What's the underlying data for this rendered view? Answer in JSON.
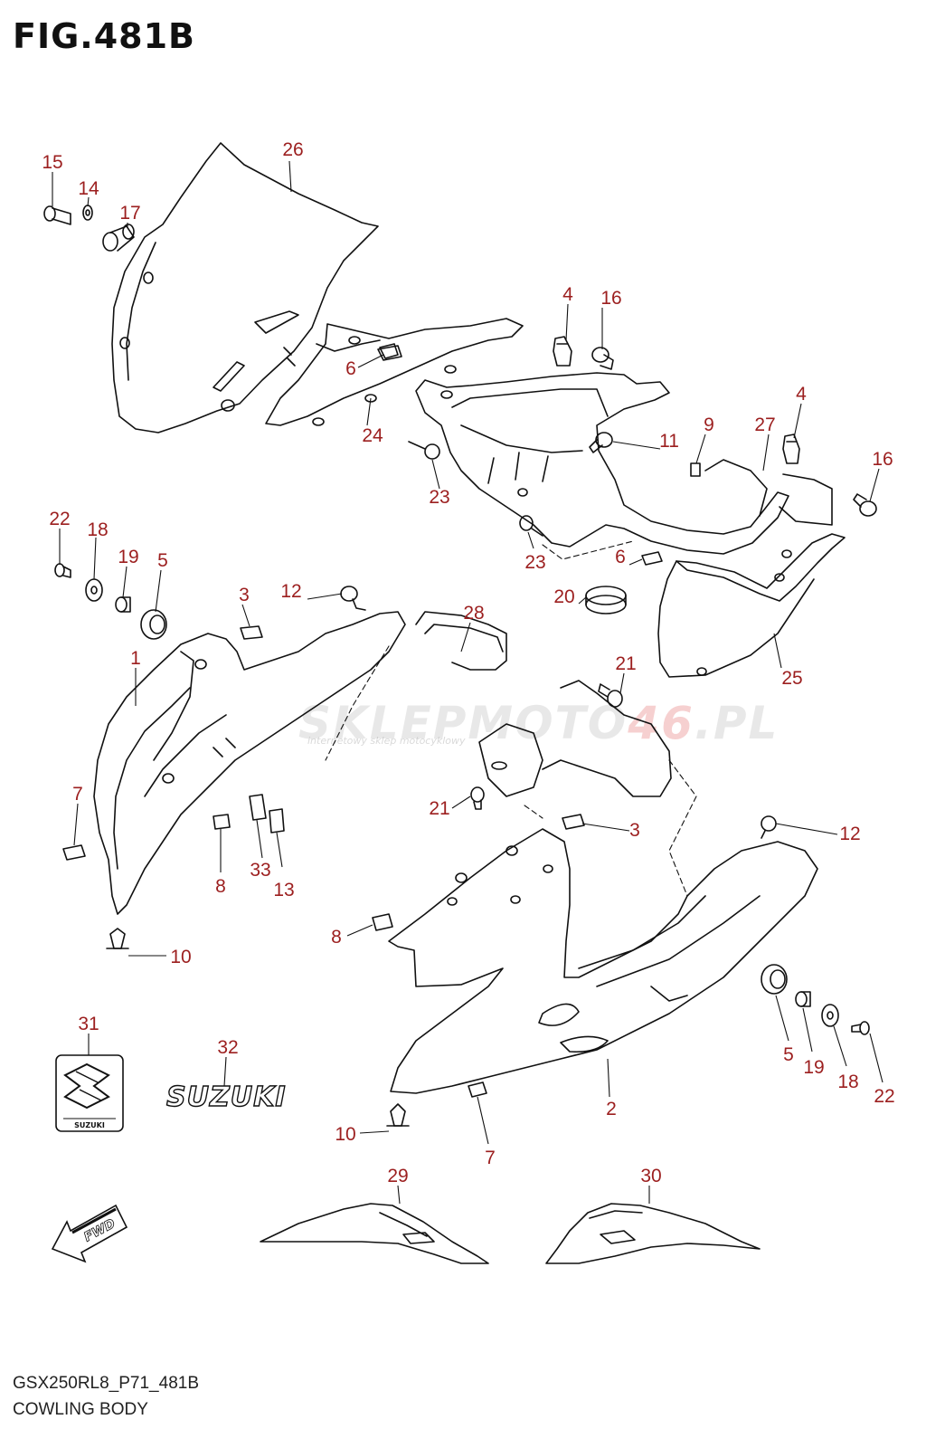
{
  "figure": {
    "title": "FIG.481B"
  },
  "footer": {
    "model_code": "GSX250RL8_P71_481B",
    "section_name": "COWLING BODY"
  },
  "watermark": {
    "prefix": "SKLEPMOTO",
    "accent": "46",
    "suffix": ".PL",
    "subtitle": "internetowy sklep motocyklowy"
  },
  "emblems": {
    "badge_text": "SUZUKI",
    "logo_text": "SUZUKI",
    "fwd_text": "FWD"
  },
  "colors": {
    "line": "#111111",
    "callout": "#9c1f1f",
    "background": "#ffffff"
  },
  "callouts": [
    {
      "id": "c15",
      "label": "15"
    },
    {
      "id": "c14",
      "label": "14"
    },
    {
      "id": "c17",
      "label": "17"
    },
    {
      "id": "c26",
      "label": "26"
    },
    {
      "id": "c4a",
      "label": "4"
    },
    {
      "id": "c16a",
      "label": "16"
    },
    {
      "id": "c6a",
      "label": "6"
    },
    {
      "id": "c24",
      "label": "24"
    },
    {
      "id": "c9",
      "label": "9"
    },
    {
      "id": "c27",
      "label": "27"
    },
    {
      "id": "c4b",
      "label": "4"
    },
    {
      "id": "c11",
      "label": "11"
    },
    {
      "id": "c16b",
      "label": "16"
    },
    {
      "id": "c23a",
      "label": "23"
    },
    {
      "id": "c23b",
      "label": "23"
    },
    {
      "id": "c6b",
      "label": "6"
    },
    {
      "id": "c22a",
      "label": "22"
    },
    {
      "id": "c18a",
      "label": "18"
    },
    {
      "id": "c19a",
      "label": "19"
    },
    {
      "id": "c5a",
      "label": "5"
    },
    {
      "id": "c3a",
      "label": "3"
    },
    {
      "id": "c12a",
      "label": "12"
    },
    {
      "id": "c28",
      "label": "28"
    },
    {
      "id": "c20",
      "label": "20"
    },
    {
      "id": "c25",
      "label": "25"
    },
    {
      "id": "c1",
      "label": "1"
    },
    {
      "id": "c21a",
      "label": "21"
    },
    {
      "id": "c7a",
      "label": "7"
    },
    {
      "id": "c21b",
      "label": "21"
    },
    {
      "id": "c3b",
      "label": "3"
    },
    {
      "id": "c12b",
      "label": "12"
    },
    {
      "id": "c8a",
      "label": "8"
    },
    {
      "id": "c33",
      "label": "33"
    },
    {
      "id": "c13",
      "label": "13"
    },
    {
      "id": "c8b",
      "label": "8"
    },
    {
      "id": "c10a",
      "label": "10"
    },
    {
      "id": "c31",
      "label": "31"
    },
    {
      "id": "c32",
      "label": "32"
    },
    {
      "id": "c5b",
      "label": "5"
    },
    {
      "id": "c19b",
      "label": "19"
    },
    {
      "id": "c18b",
      "label": "18"
    },
    {
      "id": "c22b",
      "label": "22"
    },
    {
      "id": "c2",
      "label": "2"
    },
    {
      "id": "c10b",
      "label": "10"
    },
    {
      "id": "c7b",
      "label": "7"
    },
    {
      "id": "c29",
      "label": "29"
    },
    {
      "id": "c30",
      "label": "30"
    }
  ]
}
